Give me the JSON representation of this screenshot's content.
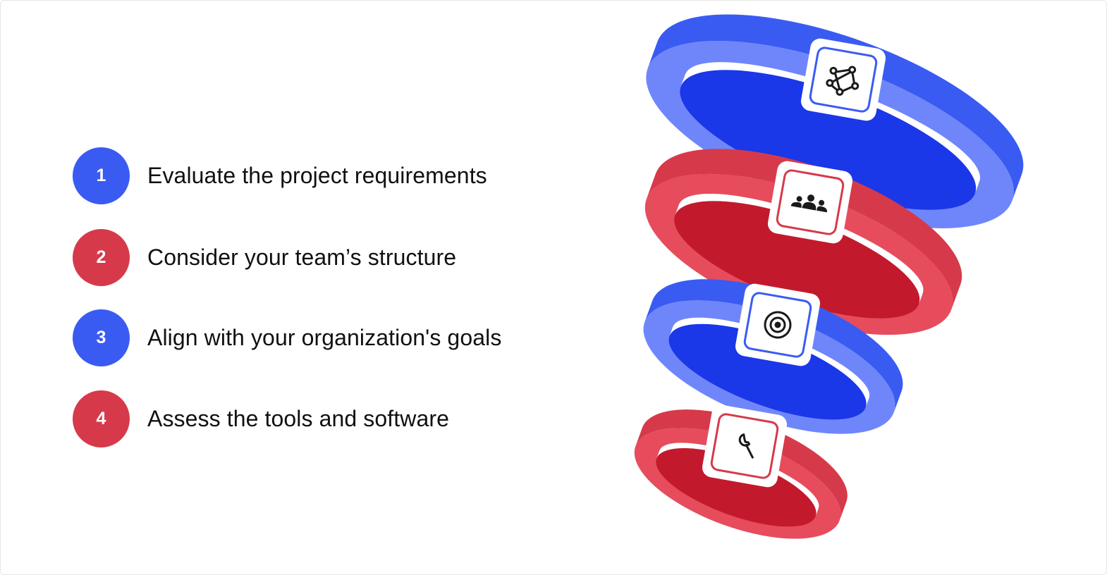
{
  "colors": {
    "blue": "#3a5bf2",
    "blue_light": "#6f86fb",
    "blue_dark": "#1a37e8",
    "red": "#d63a4a",
    "red_light": "#e64c5c",
    "red_dark": "#c21a2c",
    "text": "#111111"
  },
  "steps": [
    {
      "number": "1",
      "label": "Evaluate the project requirements",
      "color": "blue",
      "icon": "network-nodes-icon"
    },
    {
      "number": "2",
      "label": "Consider your team’s structure",
      "color": "red",
      "icon": "team-group-icon"
    },
    {
      "number": "3",
      "label": "Align with your organization's goals",
      "color": "blue",
      "icon": "target-icon"
    },
    {
      "number": "4",
      "label": "Assess the tools and software",
      "color": "red",
      "icon": "wrench-icon"
    }
  ]
}
